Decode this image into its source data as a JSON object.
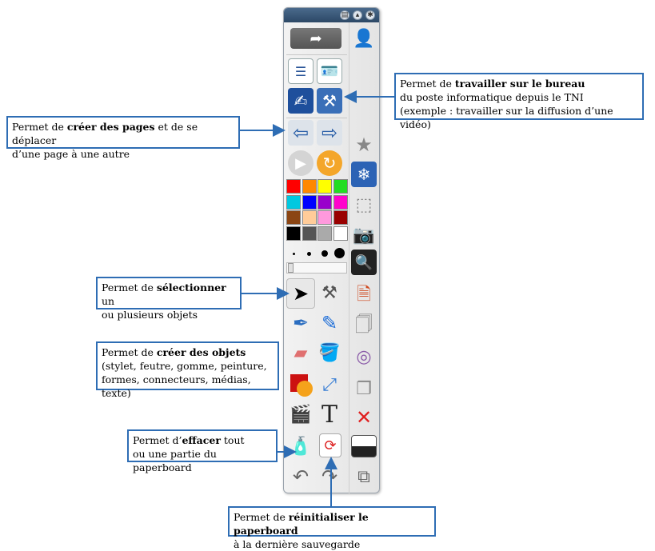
{
  "callouts": {
    "bureau": {
      "pre": "Permet de ",
      "bold": "travailler sur le bureau",
      "line2": "du poste informatique depuis le TNI",
      "line3": "(exemple : travailler sur la diffusion d’une vidéo)"
    },
    "pages": {
      "pre": "Permet de ",
      "bold": "créer des pages",
      "post": " et de se déplacer",
      "line2": "d’une page à une autre"
    },
    "selection": {
      "pre": "Permet de ",
      "bold": "sélectionner",
      "post": " un",
      "line2": "ou plusieurs objets"
    },
    "objets": {
      "pre": "Permet de ",
      "bold": "créer des objets",
      "line2": "(stylet, feutre, gomme, peinture,",
      "line3": "formes, connecteurs, médias, texte)"
    },
    "effacer": {
      "pre": "Permet d’",
      "bold": "effacer",
      "post": " tout",
      "line2": "ou une partie du paperboard"
    },
    "reinit": {
      "pre": "Permet de ",
      "bold": "réinitialiser le paperboard",
      "line2": "à la dernière sauvegarde"
    }
  },
  "toolbar": {
    "text_tool_glyph": "T",
    "palette": [
      "#ff0000",
      "#ff8800",
      "#ffff00",
      "#22dd22",
      "#00c8e0",
      "#0000ff",
      "#9900cc",
      "#ff00cc",
      "#8b4513",
      "#ffcc99",
      "#ff99dd",
      "#990000",
      "#000000",
      "#555555",
      "#aaaaaa",
      "#ffffff"
    ]
  },
  "colors": {
    "accent": "#2e6db4"
  }
}
